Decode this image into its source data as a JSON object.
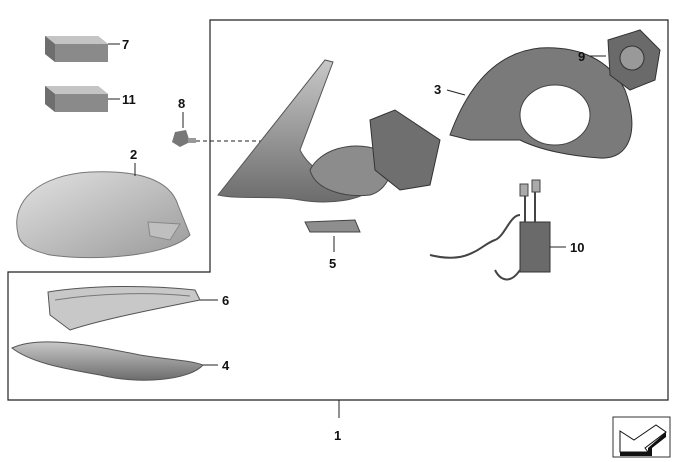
{
  "diagram": {
    "part_labels": {
      "p1": "1",
      "p2": "2",
      "p3": "3",
      "p4": "4",
      "p5": "5",
      "p6": "6",
      "p7": "7",
      "p8": "8",
      "p9": "9",
      "p10": "10",
      "p11": "11"
    },
    "navigation_icon": "arrow-down-left-icon"
  }
}
